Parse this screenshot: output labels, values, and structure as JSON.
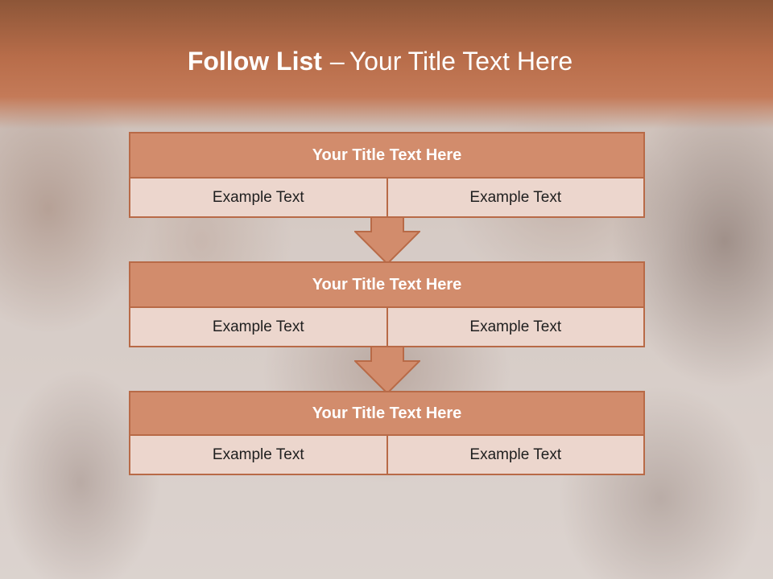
{
  "slide": {
    "title_bold": "Follow List",
    "title_sep": "–",
    "title_rest": "Your Title Text Here"
  },
  "rows": [
    {
      "title": "Your Title Text Here",
      "left": "Example Text",
      "right": "Example Text"
    },
    {
      "title": "Your Title Text Here",
      "left": "Example Text",
      "right": "Example Text"
    },
    {
      "title": "Your Title Text Here",
      "left": "Example Text",
      "right": "Example Text"
    }
  ],
  "colors": {
    "header_band": "#c47a58",
    "row_title_fill": "#d28c6c",
    "row_border": "#b86a47",
    "cell_fill": "#ecd6cd",
    "arrow_fill": "#d28c6c"
  }
}
